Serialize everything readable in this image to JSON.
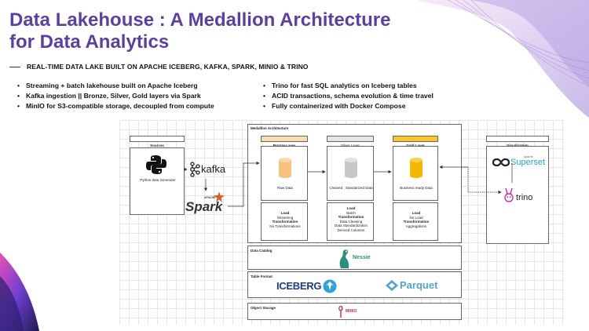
{
  "title": "Data Lakehouse :  A Medallion Architecture for Data Analytics",
  "subtitle": "REAL-TIME DATA LAKE BUILT ON APACHE ICEBERG, KAFKA, SPARK, MINIO & TRINO",
  "bullets_left": [
    "Streaming + batch lakehouse built on Apache Iceberg",
    "Kafka ingestion || Bronze, Silver, Gold layers via Spark",
    "MinIO for S3-compatible storage, decoupled from compute"
  ],
  "bullets_right": [
    "Trino for fast SQL analytics on Iceberg tables",
    "ACID transactions, schema evolution & time travel",
    "Fully containerized with Docker Compose"
  ],
  "diagram": {
    "sources_label": "Sources",
    "python_label": "Python data Generator",
    "kafka_label": "kafka",
    "spark_small": "APACHE",
    "spark_label": "Spark",
    "medallion_label": "Medallion Architecture",
    "bronze": {
      "header": "Bronze Layer",
      "data": "Raw Data",
      "desc": [
        "Load",
        "Streaming",
        "Transformation",
        "No Transformations"
      ]
    },
    "silver": {
      "header": "Silver Layer",
      "data": "Cleaned , Standarized Data",
      "desc": [
        "Load",
        "Batch",
        "Transformation",
        "Data Cleaning",
        "Data Standardization",
        "Derived Columns"
      ]
    },
    "gold": {
      "header": "Gold Layer",
      "data": "Business ready Data",
      "desc": [
        "Load",
        "No Load",
        "Transformation",
        "Aggregations"
      ]
    },
    "catalog_label": "Data Catalog",
    "nessie_label": "Nessie",
    "table_format_label": "Table Format",
    "iceberg_label": "ICEBERG",
    "parquet_label": "Parquet",
    "object_storage_label": "Object Storage",
    "minio_label": "MINIO",
    "visualization_label": "Visualization",
    "superset_small": "Apache",
    "superset_label": "Superset",
    "trino_label": "trino"
  },
  "colors": {
    "title": "#5b3fa6",
    "bronze_header": "#fbdcae",
    "silver_header": "#e6e6e6",
    "gold_header": "#f9c623",
    "bronze_cyl": "#f9c27a",
    "silver_cyl": "#c8c8c8",
    "gold_cyl": "#f5b800",
    "kafka": "#222222",
    "spark": "#e25a1c",
    "superset": "#20a7c9",
    "nessie": "#2b8f7e",
    "iceberg": "#1a3d8f",
    "parquet": "#50a3dd",
    "minio": "#c72c48"
  }
}
